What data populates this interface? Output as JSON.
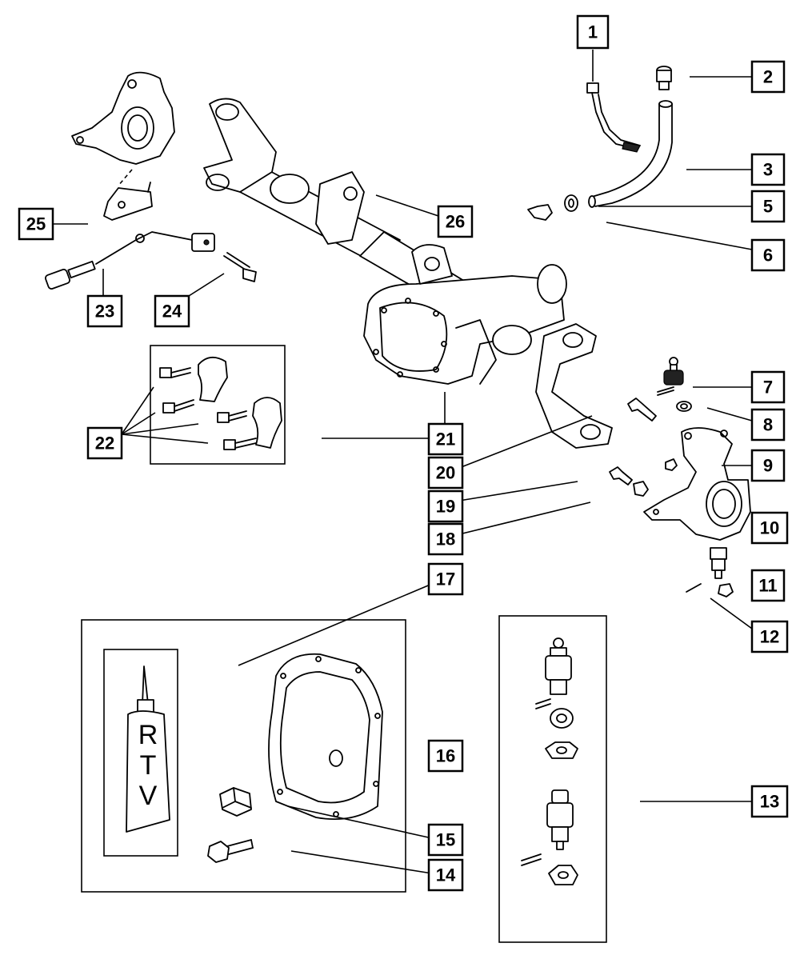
{
  "callouts": [
    {
      "id": "c1",
      "label": "1"
    },
    {
      "id": "c2",
      "label": "2"
    },
    {
      "id": "c3",
      "label": "3"
    },
    {
      "id": "c5",
      "label": "5"
    },
    {
      "id": "c6",
      "label": "6"
    },
    {
      "id": "c7",
      "label": "7"
    },
    {
      "id": "c8",
      "label": "8"
    },
    {
      "id": "c9",
      "label": "9"
    },
    {
      "id": "c10",
      "label": "10"
    },
    {
      "id": "c11",
      "label": "11"
    },
    {
      "id": "c12",
      "label": "12"
    },
    {
      "id": "c13",
      "label": "13"
    },
    {
      "id": "c14",
      "label": "14"
    },
    {
      "id": "c15",
      "label": "15"
    },
    {
      "id": "c16",
      "label": "16"
    },
    {
      "id": "c17",
      "label": "17"
    },
    {
      "id": "c18",
      "label": "18"
    },
    {
      "id": "c19",
      "label": "19"
    },
    {
      "id": "c20",
      "label": "20"
    },
    {
      "id": "c21",
      "label": "21"
    },
    {
      "id": "c22",
      "label": "22"
    },
    {
      "id": "c23",
      "label": "23"
    },
    {
      "id": "c24",
      "label": "24"
    },
    {
      "id": "c25",
      "label": "25"
    },
    {
      "id": "c26",
      "label": "26"
    }
  ],
  "rtv_tube": {
    "letter_1": "R",
    "letter_2": "T",
    "letter_3": "V"
  }
}
